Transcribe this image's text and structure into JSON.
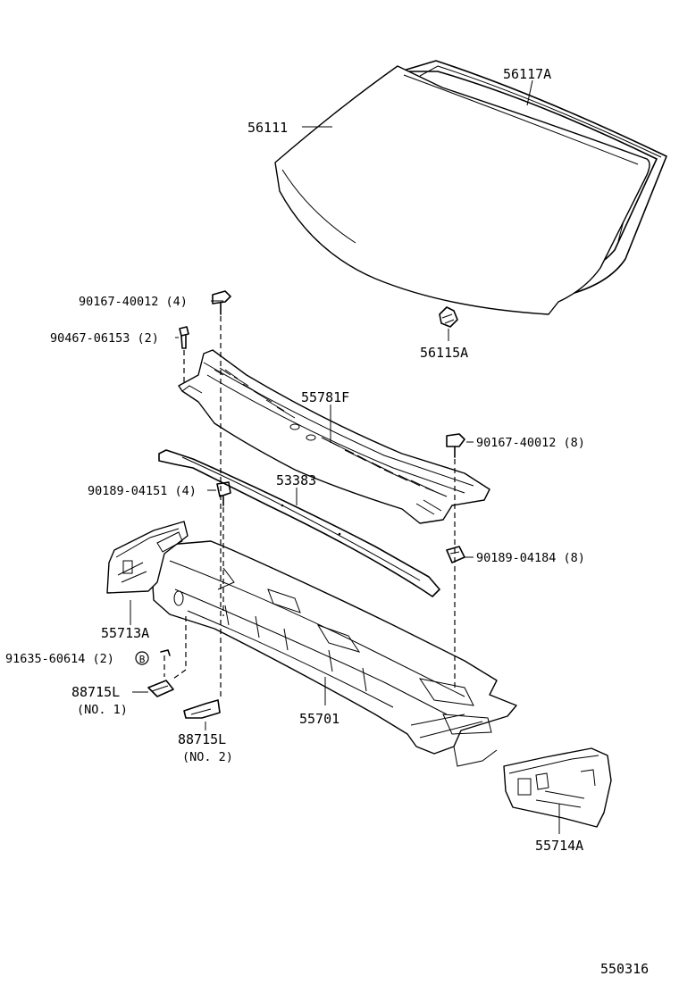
{
  "diagram_id": "550316",
  "parts": {
    "windshield_glass": {
      "part_no": "56111"
    },
    "weatherstrip": {
      "part_no": "56117A"
    },
    "glass_stopper": {
      "part_no": "56115A"
    },
    "bolt_top": {
      "part_no": "90167-40012 (4)"
    },
    "clip_left": {
      "part_no": "90467-06153 (2)"
    },
    "cowl_louver": {
      "part_no": "55781F"
    },
    "bolt_right": {
      "part_no": "90167-40012 (8)"
    },
    "nut_left": {
      "part_no": "90189-04151 (4)"
    },
    "seal": {
      "part_no": "53383"
    },
    "nut_right": {
      "part_no": "90189-04184 (8)"
    },
    "side_panel_lh": {
      "part_no": "55713A"
    },
    "screw": {
      "part_no": "91635-60614 (2)",
      "marker": "B"
    },
    "clamp_no1": {
      "part_no": "88715L",
      "note": "(NO. 1)"
    },
    "cowl_panel": {
      "part_no": "55701"
    },
    "clamp_no2": {
      "part_no": "88715L",
      "note": "(NO. 2)"
    },
    "side_panel_rh": {
      "part_no": "55714A"
    }
  }
}
